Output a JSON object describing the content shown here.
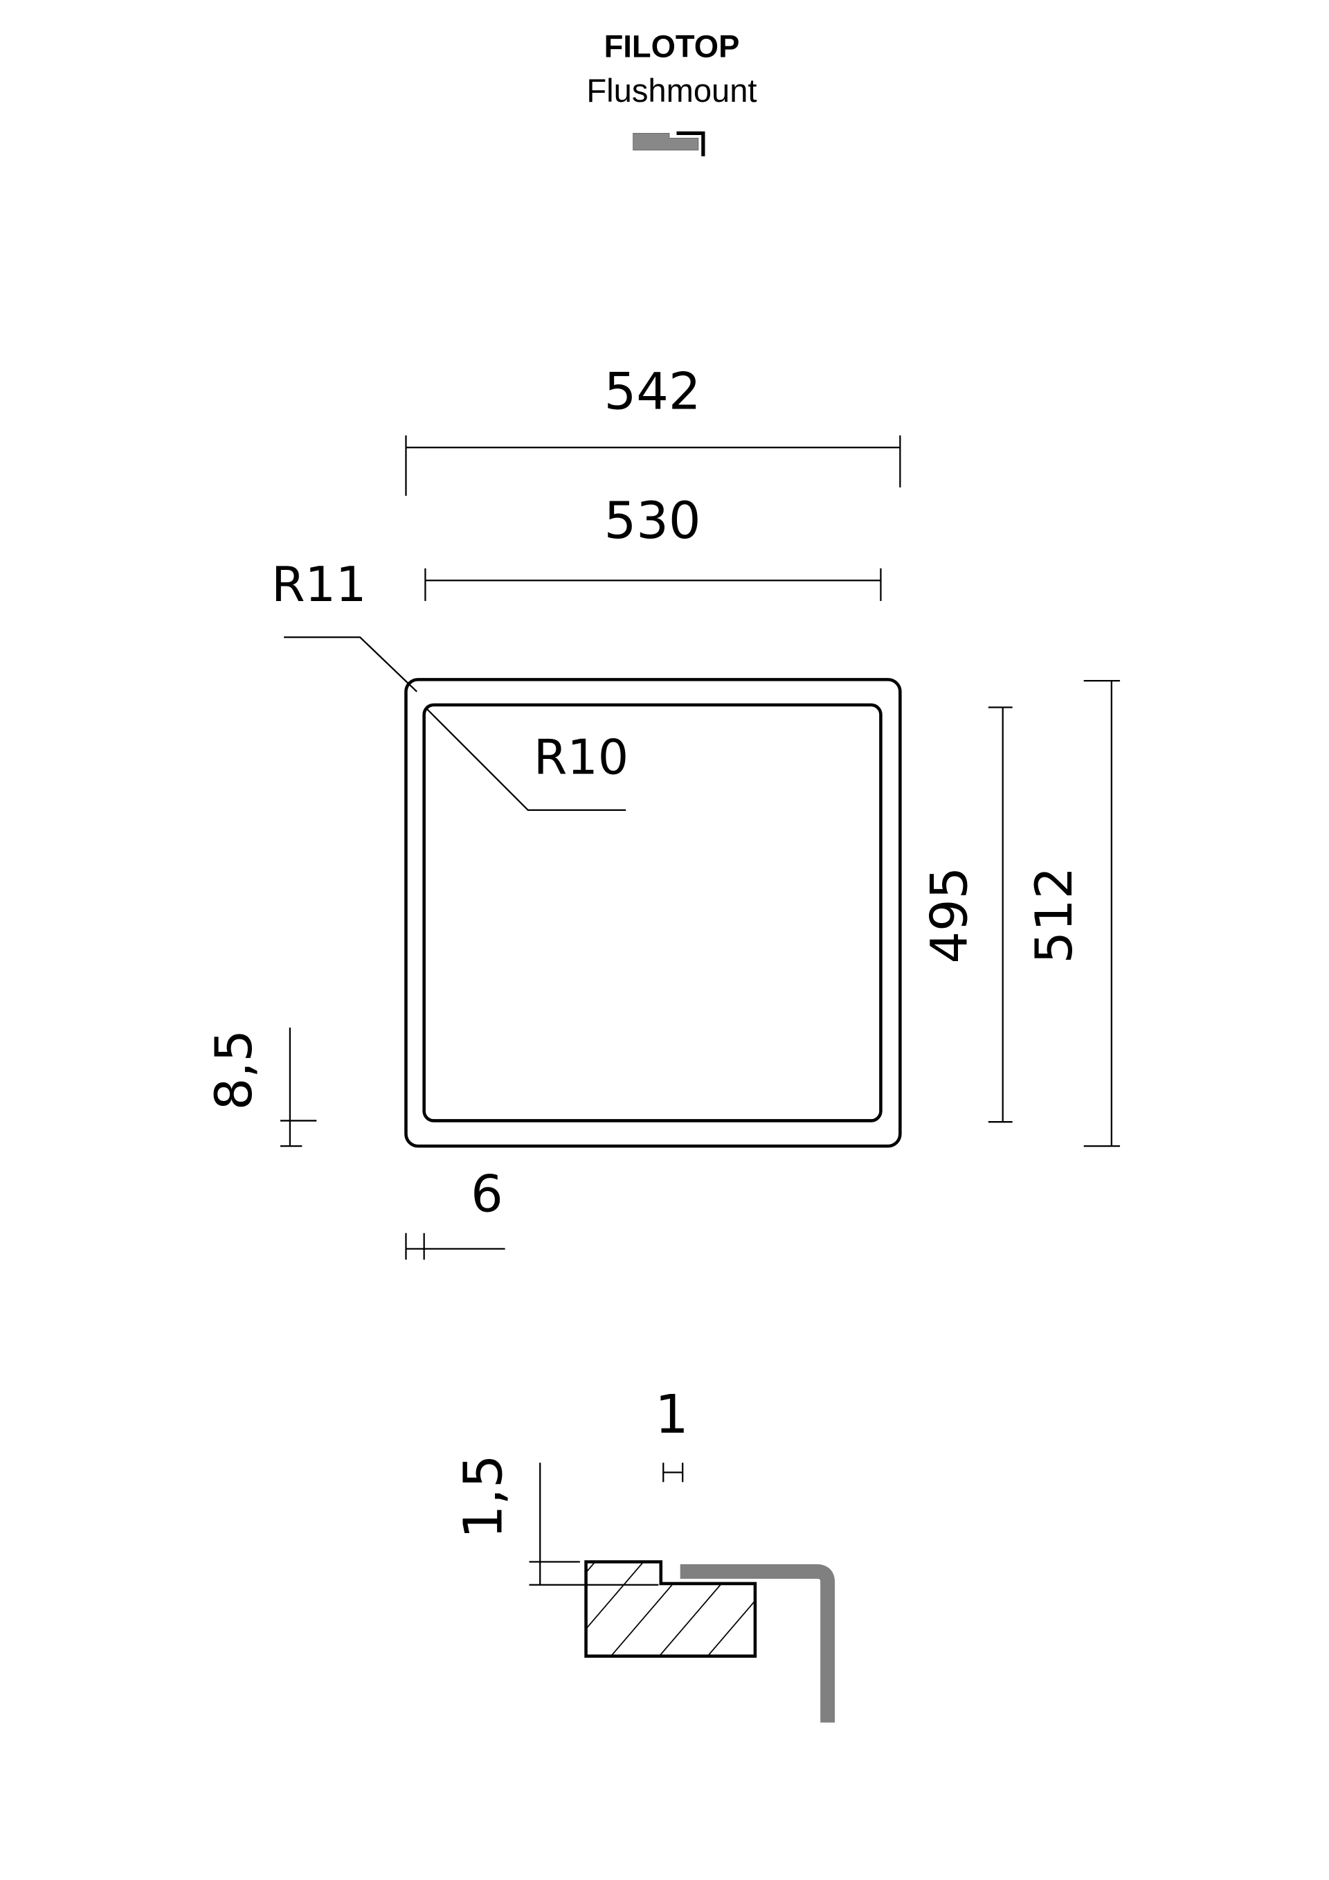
{
  "header": {
    "brand": "FILOTOP",
    "subtitle": "Flushmount"
  },
  "dimensions": {
    "outer_width": "542",
    "inner_width": "530",
    "outer_radius": "R11",
    "inner_radius": "R10",
    "inner_height": "495",
    "outer_height": "512",
    "flange_height": "8,5",
    "flange_width": "6",
    "step_width": "1",
    "step_height": "1,5"
  },
  "colors": {
    "line": "#000000",
    "profile_gray": "#808080"
  }
}
